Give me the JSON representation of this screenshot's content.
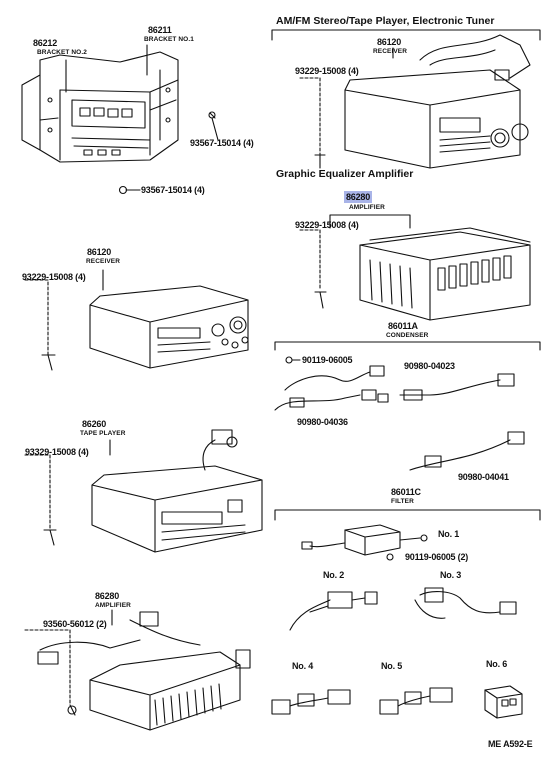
{
  "colors": {
    "ink": "#111111",
    "highlight": "#a9b4e8",
    "paper": "#ffffff"
  },
  "sections": {
    "stereo_title": "AM/FM Stereo/Tape Player, Electronic Tuner",
    "equalizer_title": "Graphic Equalizer Amplifier"
  },
  "parts": {
    "p86212": {
      "num": "86212",
      "name": "BRACKET NO.2"
    },
    "p86211": {
      "num": "86211",
      "name": "BRACKET NO.1"
    },
    "screw_a": "93567-15014 (4)",
    "screw_b": "93567-15014 (4)",
    "rec_top": {
      "num": "86120",
      "name": "RECEIVER",
      "screw": "93229-15008 (4)"
    },
    "amp_top": {
      "num": "86280",
      "name": "AMPLIFIER",
      "screw": "93229-15008 (4)"
    },
    "rec_left": {
      "num": "86120",
      "name": "RECEIVER",
      "screw": "93229-15008 (4)"
    },
    "condenser": {
      "num": "86011A",
      "name": "CONDENSER",
      "c1": "90119-06005",
      "c2": "90980-04023",
      "c3": "90980-04036",
      "c4": "90980-04041"
    },
    "tape": {
      "num": "86260",
      "name": "TAPE PLAYER",
      "screw": "93329-15008 (4)"
    },
    "filter": {
      "num": "86011C",
      "name": "FILTER",
      "no1": "No. 1",
      "screw": "90119-06005 (2)",
      "no2": "No. 2",
      "no3": "No. 3",
      "no4": "No. 4",
      "no5": "No. 5",
      "no6": "No. 6"
    },
    "amp_bottom": {
      "num": "86280",
      "name": "AMPLIFIER",
      "screw": "93560-56012 (2)"
    }
  },
  "footer": {
    "code": "ME  A592-E"
  }
}
